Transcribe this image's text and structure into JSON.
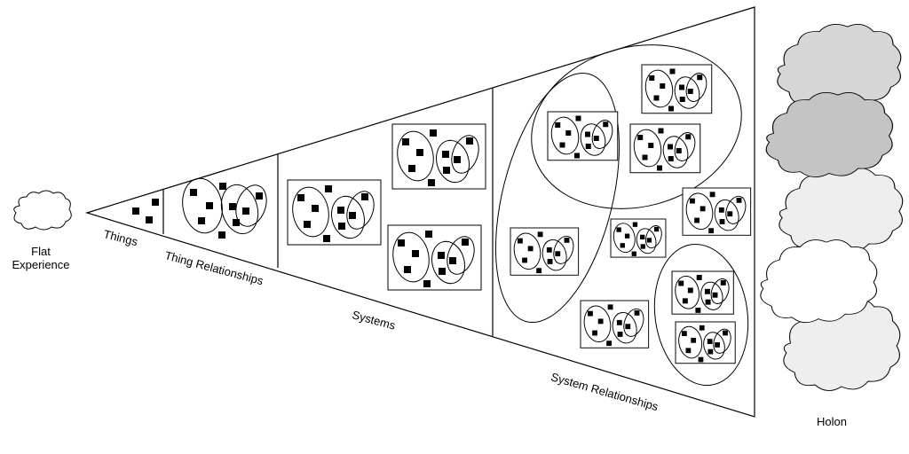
{
  "labels": {
    "flat_experience_line1": "Flat",
    "flat_experience_line2": "Experience",
    "things": "Things",
    "thing_relationships": "Thing Relationships",
    "systems": "Systems",
    "system_relationships": "System Relationships",
    "holon": "Holon"
  },
  "colors": {
    "stroke": "#000000",
    "square": "#000000",
    "cloud_light": "#eeeeee",
    "cloud_mid": "#d6d6d6",
    "cloud_dark": "#c4c4c4",
    "background": "#ffffff"
  }
}
